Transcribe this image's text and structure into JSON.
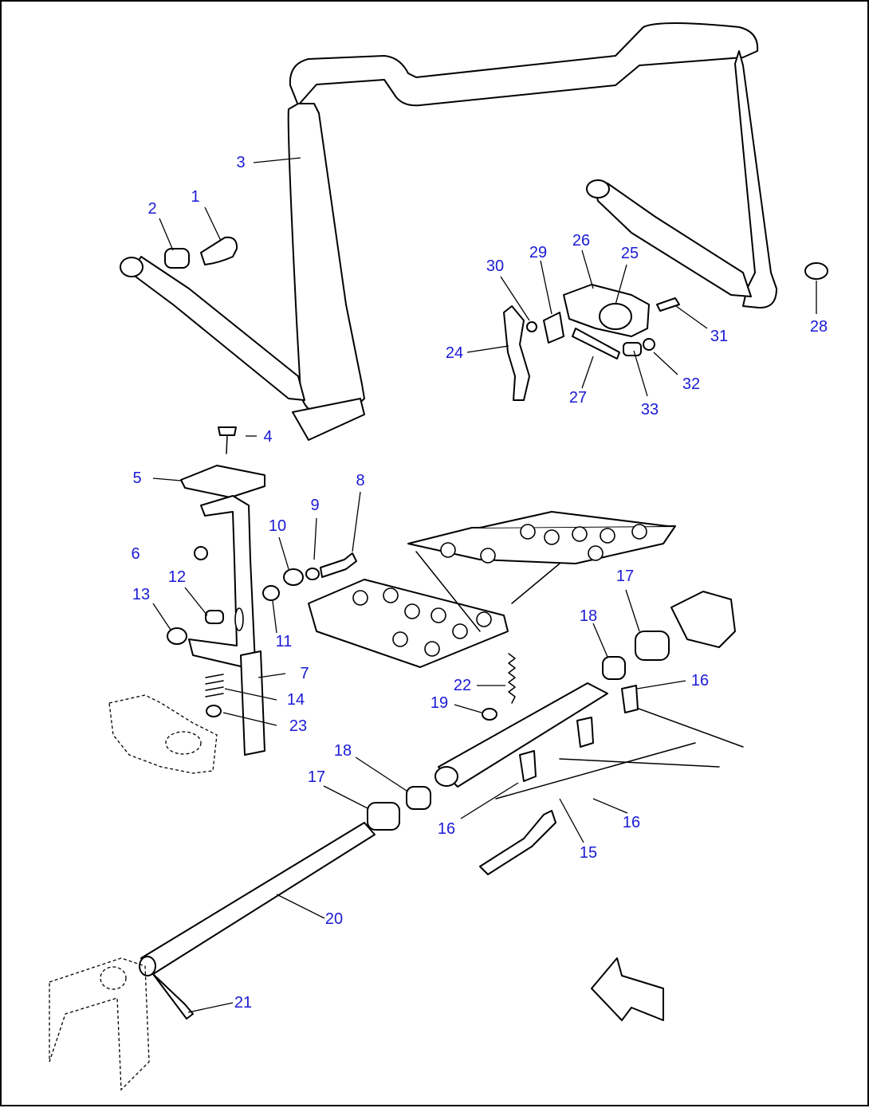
{
  "diagram": {
    "style": {
      "callout_color": "#1a1ad6",
      "line_color": "#000000",
      "background": "#ffffff"
    },
    "callouts": [
      {
        "id": "c1",
        "label": "1"
      },
      {
        "id": "c2",
        "label": "2"
      },
      {
        "id": "c3",
        "label": "3"
      },
      {
        "id": "c4",
        "label": "4"
      },
      {
        "id": "c5",
        "label": "5"
      },
      {
        "id": "c6",
        "label": "6"
      },
      {
        "id": "c7",
        "label": "7"
      },
      {
        "id": "c8",
        "label": "8"
      },
      {
        "id": "c9",
        "label": "9"
      },
      {
        "id": "c10",
        "label": "10"
      },
      {
        "id": "c11",
        "label": "11"
      },
      {
        "id": "c12",
        "label": "12"
      },
      {
        "id": "c13",
        "label": "13"
      },
      {
        "id": "c14",
        "label": "14"
      },
      {
        "id": "c15",
        "label": "15"
      },
      {
        "id": "c16a",
        "label": "16"
      },
      {
        "id": "c16b",
        "label": "16"
      },
      {
        "id": "c16c",
        "label": "16"
      },
      {
        "id": "c17a",
        "label": "17"
      },
      {
        "id": "c17b",
        "label": "17"
      },
      {
        "id": "c18a",
        "label": "18"
      },
      {
        "id": "c18b",
        "label": "18"
      },
      {
        "id": "c19",
        "label": "19"
      },
      {
        "id": "c20",
        "label": "20"
      },
      {
        "id": "c21",
        "label": "21"
      },
      {
        "id": "c22",
        "label": "22"
      },
      {
        "id": "c23",
        "label": "23"
      },
      {
        "id": "c24",
        "label": "24"
      },
      {
        "id": "c25",
        "label": "25"
      },
      {
        "id": "c26",
        "label": "26"
      },
      {
        "id": "c27",
        "label": "27"
      },
      {
        "id": "c28",
        "label": "28"
      },
      {
        "id": "c29",
        "label": "29"
      },
      {
        "id": "c30",
        "label": "30"
      },
      {
        "id": "c31",
        "label": "31"
      },
      {
        "id": "c32",
        "label": "32"
      },
      {
        "id": "c33",
        "label": "33"
      }
    ]
  }
}
